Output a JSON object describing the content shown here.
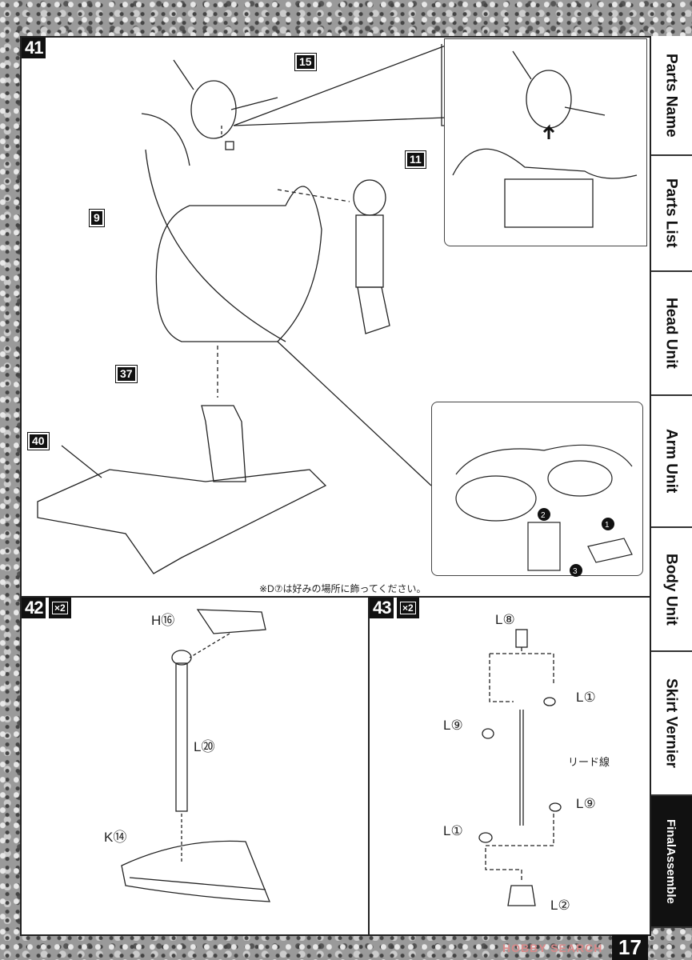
{
  "tabs": [
    {
      "label": "Parts Name"
    },
    {
      "label": "Parts List"
    },
    {
      "label": "Head Unit"
    },
    {
      "label": "Arm Unit"
    },
    {
      "label": "Body Unit"
    },
    {
      "label": "Skirt Vernier"
    },
    {
      "label": "FinalAssemble",
      "active": true
    }
  ],
  "step41": {
    "number": "41",
    "parts": [
      "15",
      "11",
      "9",
      "37",
      "40"
    ],
    "note": "※D⑦は好みの場所に飾ってください。",
    "callouts": [
      "1",
      "2",
      "3"
    ]
  },
  "step42": {
    "number": "42",
    "multiplier": "×2",
    "labels": [
      "H⑯",
      "L⑳",
      "K⑭"
    ]
  },
  "step43": {
    "number": "43",
    "multiplier": "×2",
    "labels": [
      "L⑧",
      "L①",
      "L⑨",
      "リード線",
      "L⑨",
      "L①",
      "L②"
    ]
  },
  "footer": {
    "page": "17",
    "watermark": "HOBBY SEARCH"
  }
}
